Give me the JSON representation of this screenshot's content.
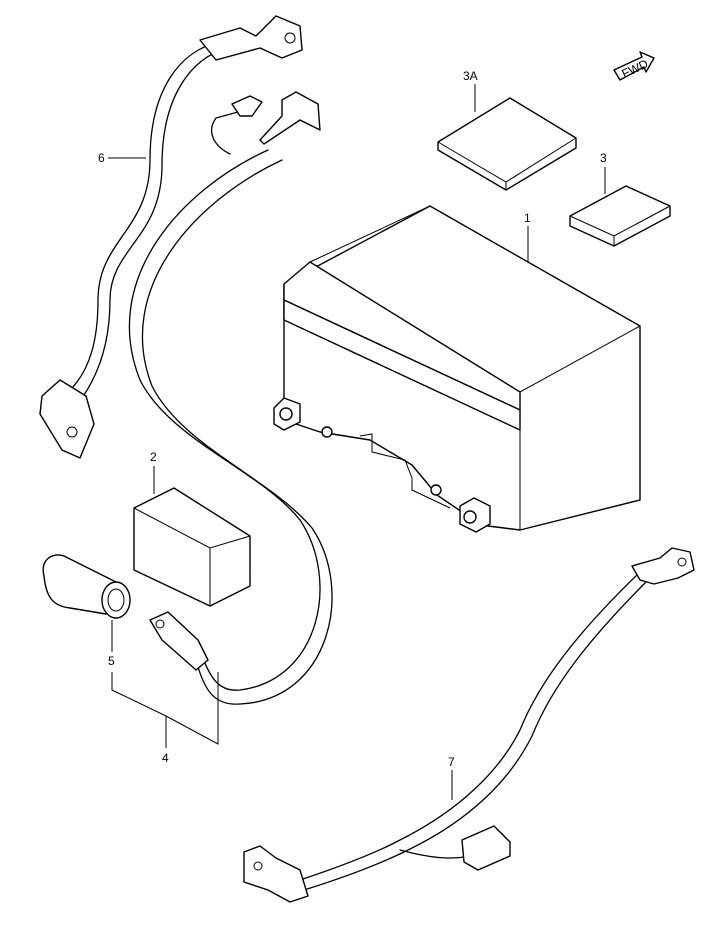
{
  "labels": {
    "battery": "1",
    "spacer": "2",
    "pad": "3",
    "pad_alt": "3A",
    "cable_set": "4",
    "terminal_cover": "5",
    "positive_lead": "6",
    "negative_lead": "7"
  },
  "direction_badge": "FWD"
}
